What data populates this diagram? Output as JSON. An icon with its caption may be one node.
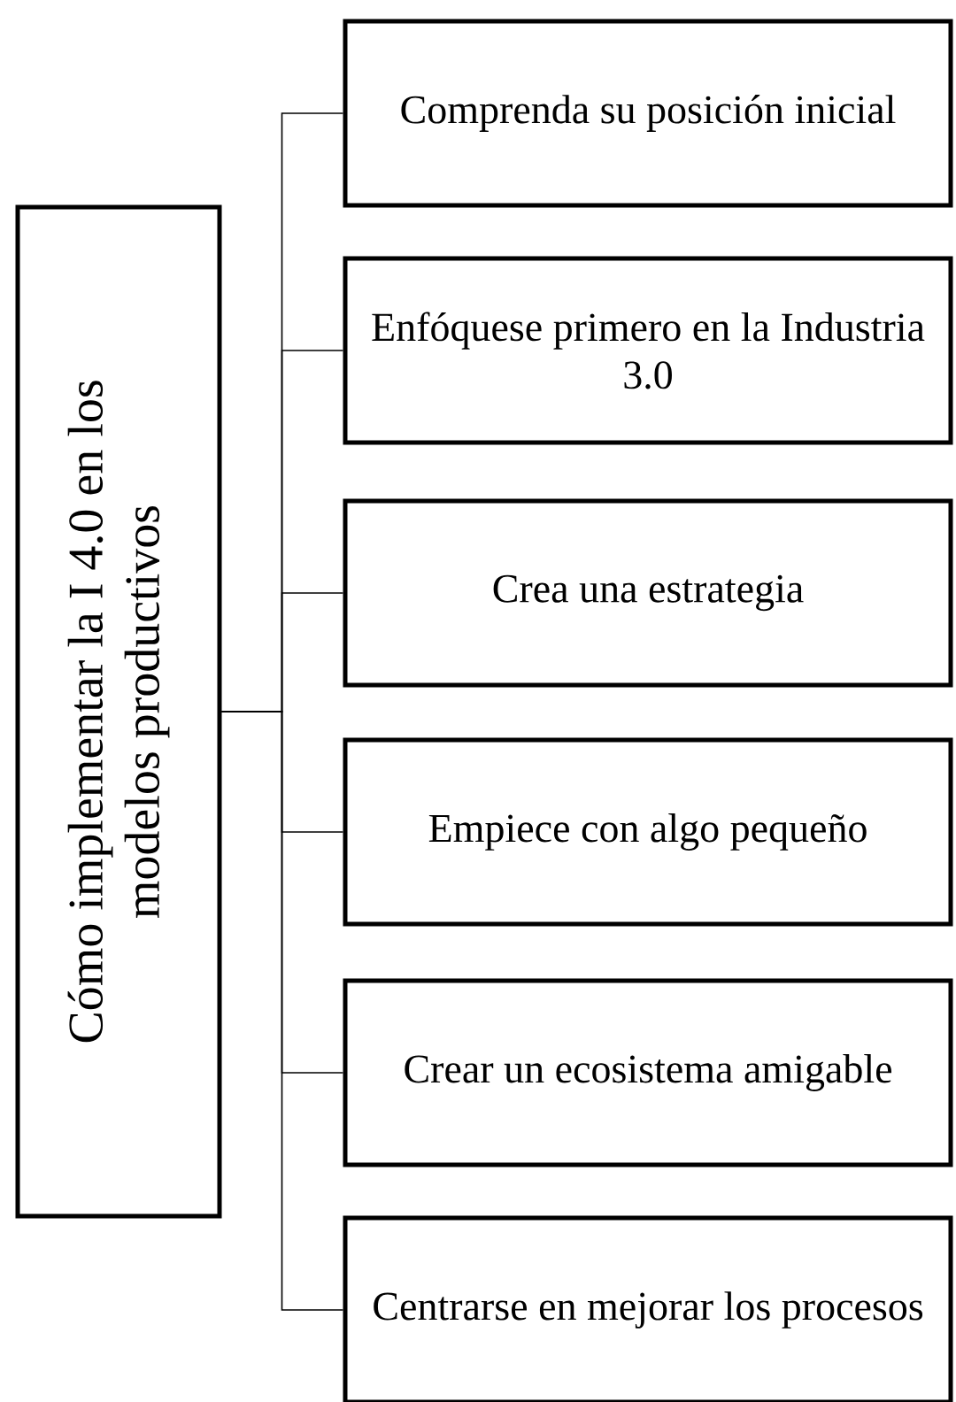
{
  "diagram": {
    "nodes": [
      {
        "text": [
          "Cómo implementar la I 4.0 en los modelos productivos"
        ]
      },
      {
        "text": [
          "Comprenda su posición inicial"
        ]
      },
      {
        "text": [
          "Enfóquese primero en la Industria 3.0"
        ]
      },
      {
        "text": [
          "Crea una estrategia"
        ]
      },
      {
        "text": [
          "Empiece con algo pequeño"
        ]
      },
      {
        "text": [
          "Crear un ecosistema amigable"
        ]
      },
      {
        "text": [
          "Centrarse en mejorar los procesos"
        ]
      }
    ],
    "edges": [
      {
        "from": 0,
        "to": 1,
        "arrow": "none"
      },
      {
        "from": 0,
        "to": 2,
        "arrow": "none"
      },
      {
        "from": 0,
        "to": 3,
        "arrow": "none"
      },
      {
        "from": 0,
        "to": 4,
        "arrow": "none"
      },
      {
        "from": 0,
        "to": 5,
        "arrow": "none"
      },
      {
        "from": 0,
        "to": 6,
        "arrow": "none"
      }
    ]
  }
}
